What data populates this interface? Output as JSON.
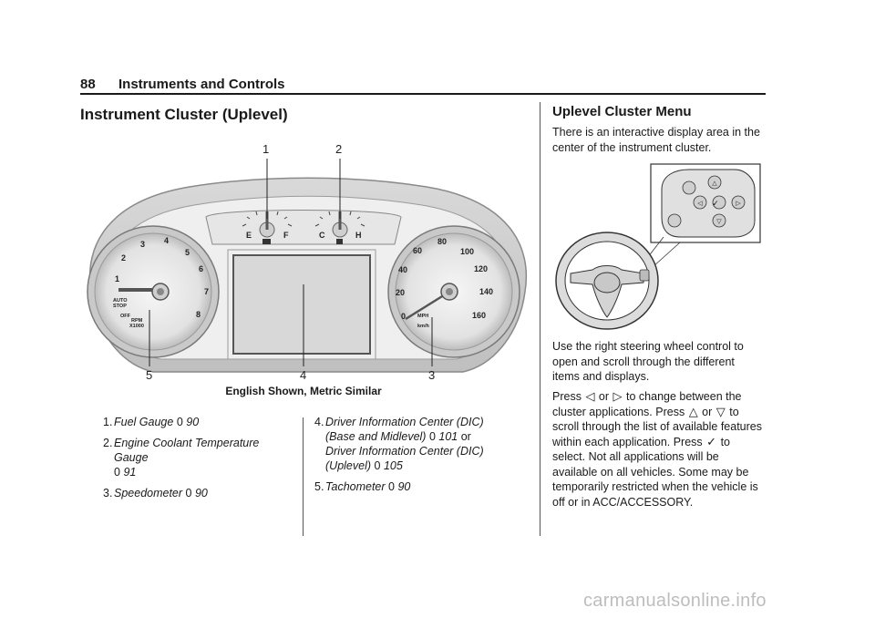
{
  "header": {
    "page_number": "88",
    "section": "Instruments and Controls"
  },
  "left": {
    "title": "Instrument Cluster (Uplevel)",
    "callouts": [
      "1",
      "2",
      "3",
      "4",
      "5"
    ],
    "caption": "English Shown, Metric Similar",
    "gauge_labels": {
      "fuel_e": "E",
      "fuel_f": "F",
      "temp_c": "C",
      "temp_h": "H",
      "tach_ticks": [
        "1",
        "2",
        "3",
        "4",
        "5",
        "6",
        "7",
        "8"
      ],
      "autostop": "AUTO\nSTOP",
      "off": "OFF",
      "rpm": "RPM",
      "x1000": "X1000",
      "speed_ticks": [
        "0",
        "20",
        "40",
        "60",
        "80",
        "100",
        "120",
        "140",
        "160"
      ],
      "mph": "MPH",
      "kmh": "km/h"
    },
    "list_left": [
      {
        "num": "1.",
        "text": "Fuel Gauge",
        "page": "90"
      },
      {
        "num": "2.",
        "text": "Engine Coolant Temperature Gauge",
        "page": "91"
      },
      {
        "num": "3.",
        "text": "Speedometer",
        "page": "90"
      }
    ],
    "list_right": [
      {
        "num": "4.",
        "text": "Driver Information Center (DIC) (Base and Midlevel)",
        "page": "101",
        "or": "or",
        "text2": "Driver Information Center (DIC) (Uplevel)",
        "page2": "105"
      },
      {
        "num": "5.",
        "text": "Tachometer",
        "page": "90"
      }
    ],
    "ref_symbol": "0"
  },
  "right": {
    "title": "Uplevel Cluster Menu",
    "intro": "There is an interactive display area in the center of the instrument cluster.",
    "p1": "Use the right steering wheel control to open and scroll through the different items and displays.",
    "p2_a": "Press",
    "p2_b": "or",
    "p2_c": "to change between the cluster applications. Press",
    "p2_d": "or",
    "p2_e": "to scroll through the list of available features within each application. Press",
    "p2_f": "to select. Not all applications will be available on all vehicles. Some may be temporarily restricted when the vehicle is off or in ACC/ACCESSORY.",
    "sym_left": "◁",
    "sym_right": "▷",
    "sym_up": "△",
    "sym_down": "▽",
    "sym_check": "✓"
  },
  "watermark": "carmanualsonline.info"
}
